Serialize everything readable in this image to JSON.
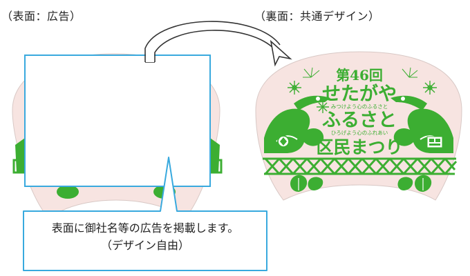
{
  "front": {
    "label": "（表面：広告）"
  },
  "back": {
    "label": "（裏面：共通デザイン）",
    "fan": {
      "edition": "第46回",
      "line1": "せたがや",
      "sub1": "みつけよう心のふるさと",
      "line2": "ふるさと",
      "sub2": "ひろげよう心のふれあい",
      "line3": "区民まつり"
    }
  },
  "callout": {
    "line1": "表面に御社名等の広告を掲載します。",
    "line2": "（デザイン自由）"
  },
  "colors": {
    "fan_background": "#f7e4e1",
    "fan_green": "#3cae32",
    "callout_border": "#38a9de",
    "arrow": "#333333"
  }
}
